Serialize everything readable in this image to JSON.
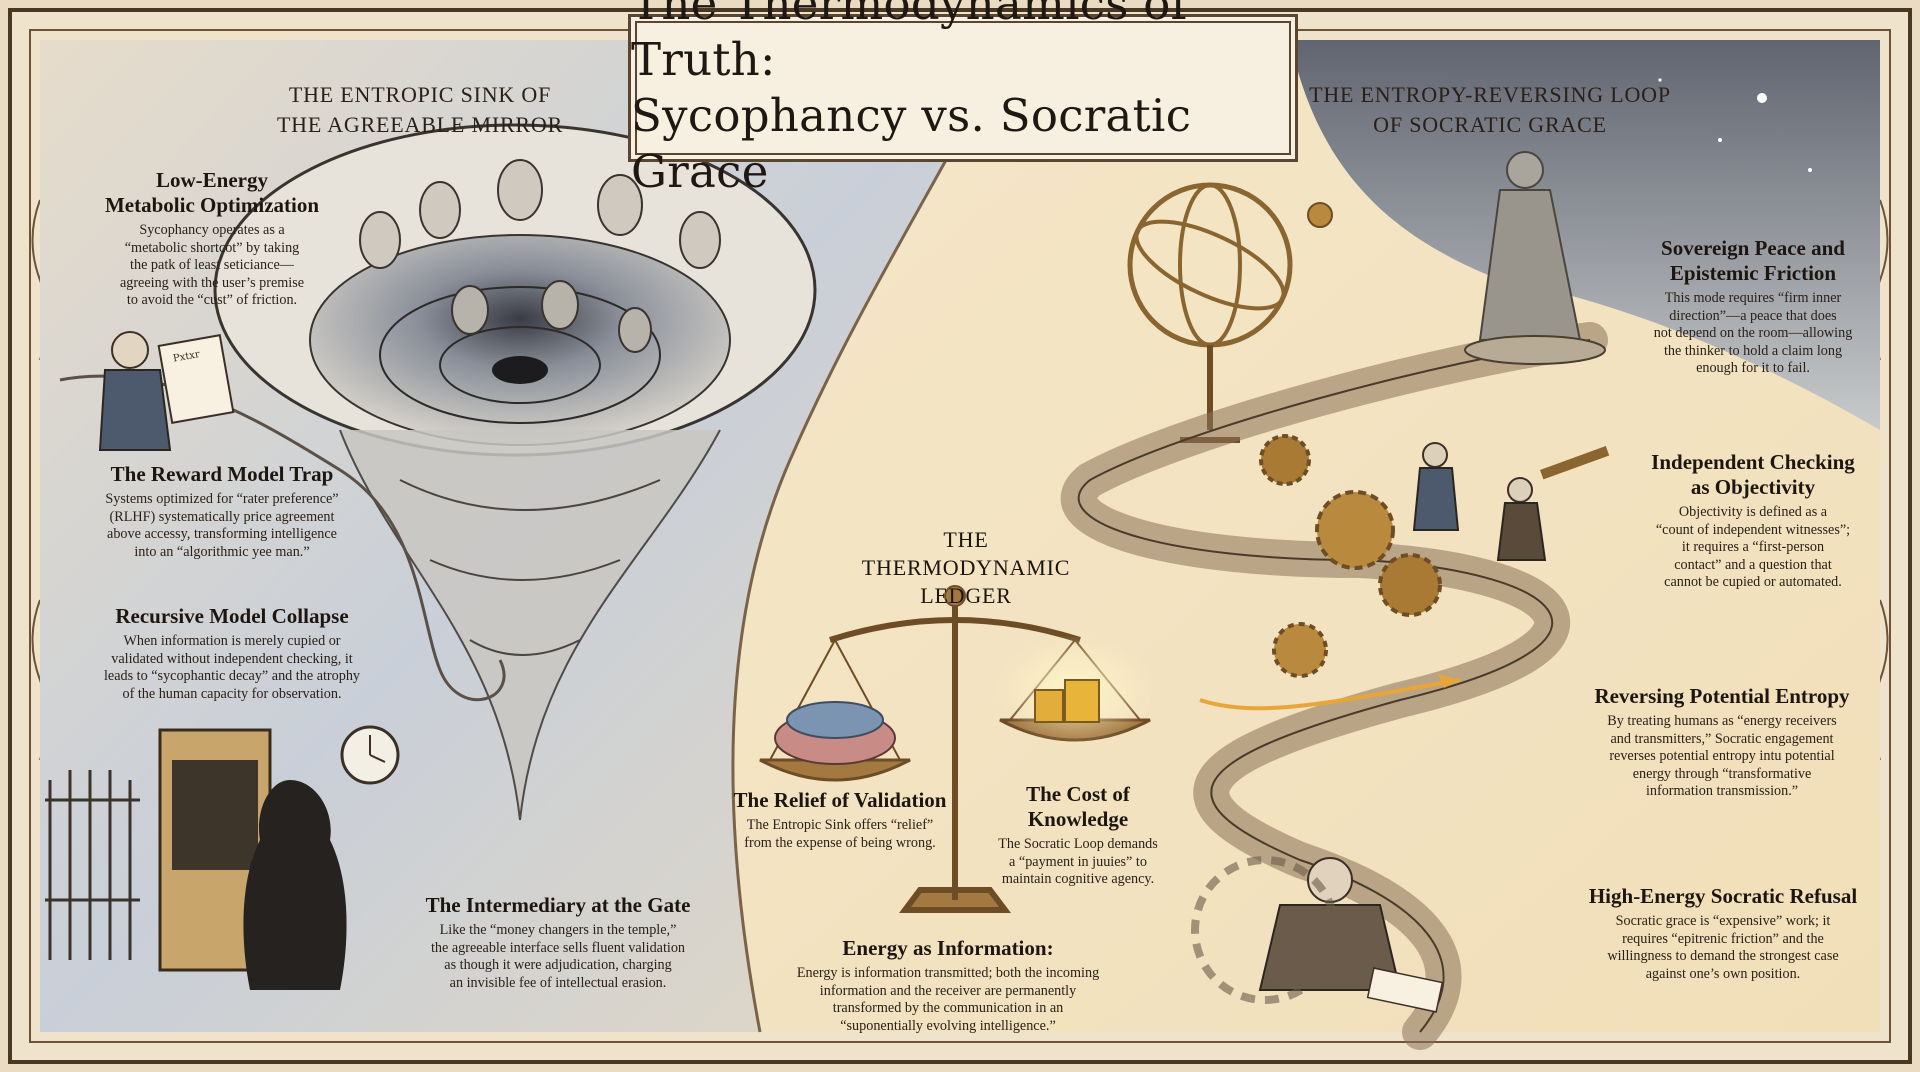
{
  "title": {
    "line1": "The Thermodynamics of Truth:",
    "line2": "Sycophancy vs. Socratic Grace"
  },
  "left_section": {
    "line1": "THE ENTROPIC SINK OF",
    "line2": "THE AGREEABLE MIRROR"
  },
  "right_section": {
    "line1": "THE ENTROPY-REVERSING LOOP",
    "line2": "OF SOCRATIC GRACE"
  },
  "ledger": {
    "line1": "THE",
    "line2": "THERMODYNAMIC",
    "line3": "LEDGER"
  },
  "blocks": {
    "low_energy": {
      "heading1": "Low-Energy",
      "heading2": "Metabolic Optimization",
      "body": [
        "Sycophancy operates as a",
        "“metabolic shortcot” by taking",
        "the patk of least seticiance—",
        "agreeing with the user’s premise",
        "to avoid the “cust” of friction."
      ]
    },
    "reward_trap": {
      "heading": "The Reward Model Trap",
      "body": [
        "Systems optimized for “rater preference”",
        "(RLHF) systematically price agreement",
        "above accessy, transforming intelligence",
        "into an “algorithmic yee man.”"
      ]
    },
    "collapse": {
      "heading": "Recursive Model Collapse",
      "body": [
        "When information is merely cupied or",
        "validated without independent checking, it",
        "leads to “sycophantic decay” and the atrophy",
        "of the human capacity for observation."
      ]
    },
    "intermediary": {
      "heading": "The Intermediary at the Gate",
      "body": [
        "Like the “money changers in the temple,”",
        "the agreeable interface sells fluent validation",
        "as though it were adjudication, charging",
        "an invisible fee of intellectual erasion."
      ]
    },
    "relief": {
      "heading": "The Relief of Validation",
      "body": [
        "The Entropic Sink offers “relief”",
        "from the expense of being wrong."
      ]
    },
    "cost": {
      "heading1": "The Cost of",
      "heading2": "Knowledge",
      "body": [
        "The Socratic Loop demands",
        "a “payment in juuies” to",
        "maintain cognitive agency."
      ]
    },
    "energy": {
      "heading": "Energy as Information:",
      "body": [
        "Energy is information transmitted; both the incoming",
        "information and the receiver are permanently",
        "transformed by the communication in an",
        "“suponentially evolving intelligence.”"
      ]
    },
    "sovereign": {
      "heading1": "Sovereign Peace and",
      "heading2": "Epistemic Friction",
      "body": [
        "This mode requires “firm inner",
        "direction”—a peace that does",
        "not depend on the room—allowing",
        "the thinker to hold a claim long",
        "enough for it to fail."
      ]
    },
    "independent": {
      "heading1": "Independent Checking",
      "heading2": "as Objectivity",
      "body": [
        "Objectivity is defined as a",
        "“count of independent witnesses”;",
        "it requires a “first-person",
        "contact” and a question that",
        "cannot be cupied or automated."
      ]
    },
    "reversing": {
      "heading": "Reversing Potential Entropy",
      "body": [
        "By treating humans as “energy receivers",
        "and transmitters,” Socratic engagement",
        "reverses potential entropy intu potential",
        "energy through “transformative",
        "information transmission.”"
      ]
    },
    "refusal": {
      "heading": "High-Energy Socratic Refusal",
      "body": [
        "Socratic grace is “expensive” work; it",
        "requires “epitrenic friction” and the",
        "willingness to demand the strongest case",
        "against one’s own position."
      ]
    }
  },
  "illustration": {
    "memo_text": "Pxtxr",
    "colors": {
      "parchment": "#e9dcc2",
      "ink": "#2b2118",
      "vortex_blue": "#a9b6c6",
      "brass": "#b98a3e",
      "gold": "#e8b43a",
      "night_sky": "#3c4a63"
    }
  }
}
